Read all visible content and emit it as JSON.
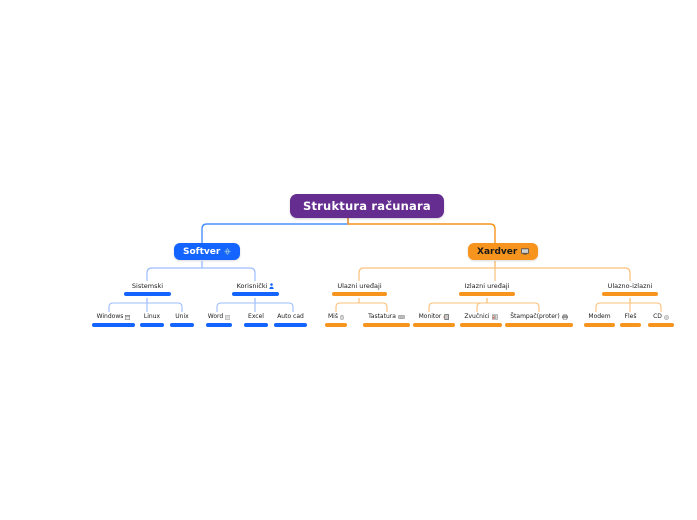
{
  "diagram": {
    "type": "mind-map",
    "title": "Struktura računara",
    "colors": {
      "root": "#662d91",
      "software_branch": "#1464ff",
      "hardware_branch": "#f7941e",
      "background": "#ffffff",
      "text": "#1a1a1a",
      "node_text_light": "#ffffff"
    }
  },
  "root": {
    "label": "Struktura računara"
  },
  "branches": {
    "software": {
      "label": "Softver",
      "icon": "globe-icon",
      "color": "#1464ff",
      "groups": [
        {
          "label": "Sistemski",
          "icon": "",
          "leaves": [
            {
              "label": "Windows",
              "icon": "window-icon"
            },
            {
              "label": "Linux",
              "icon": ""
            },
            {
              "label": "Unix",
              "icon": ""
            }
          ]
        },
        {
          "label": "Korisnički",
          "icon": "user-icon",
          "leaves": [
            {
              "label": "Word",
              "icon": "document-icon"
            },
            {
              "label": "Excel",
              "icon": ""
            },
            {
              "label": "Auto cad",
              "icon": ""
            }
          ]
        }
      ]
    },
    "hardware": {
      "label": "Xardver",
      "icon": "computer-icon",
      "color": "#f7941e",
      "groups": [
        {
          "label": "Ulazni uređaji",
          "icon": "",
          "leaves": [
            {
              "label": "Miš",
              "icon": "mouse-icon"
            },
            {
              "label": "Tastatura",
              "icon": "keyboard-icon"
            }
          ]
        },
        {
          "label": "Izlazni uređaji",
          "icon": "",
          "leaves": [
            {
              "label": "Monitor",
              "icon": "monitor-icon"
            },
            {
              "label": "Zvučnici",
              "icon": "speaker-icon"
            },
            {
              "label": "Štampač(proter)",
              "icon": "printer-icon"
            }
          ]
        },
        {
          "label": "Ulazno-izlazni",
          "icon": "",
          "leaves": [
            {
              "label": "Modem",
              "icon": ""
            },
            {
              "label": "Fleš",
              "icon": ""
            },
            {
              "label": "CD",
              "icon": "disc-icon"
            }
          ]
        }
      ]
    }
  }
}
